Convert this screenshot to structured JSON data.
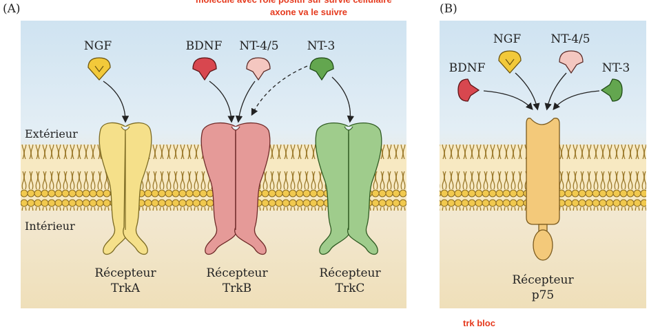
{
  "panel_a": {
    "letter": "(A)",
    "outside_label": "Extérieur",
    "inside_label": "Intérieur",
    "ligands": {
      "ngf": "NGF",
      "bdnf": "BDNF",
      "nt45": "NT-4/5",
      "nt3": "NT-3"
    },
    "receptors": [
      {
        "line1": "Récepteur",
        "line2": "TrkA"
      },
      {
        "line1": "Récepteur",
        "line2": "TrkB"
      },
      {
        "line1": "Récepteur",
        "line2": "TrkC"
      }
    ]
  },
  "panel_b": {
    "letter": "(B)",
    "ligands": {
      "bdnf": "BDNF",
      "ngf": "NGF",
      "nt45": "NT-4/5",
      "nt3": "NT-3"
    },
    "receptor": {
      "line1": "Récepteur",
      "line2": "p75"
    }
  },
  "annotations": {
    "top_line1": "molécule avec rôle positif sur survie cellulaire",
    "top_line2": "axone va le suivre",
    "bottom": "trk bloc"
  },
  "colors": {
    "trkA": "#f5e08a",
    "trkB": "#e59a98",
    "trkC": "#9fcc8c",
    "p75": "#f3c97a",
    "ngf": "#f2c93a",
    "bdnf": "#d8474f",
    "nt45": "#f4c7c0",
    "nt3": "#63a64f",
    "annotation": "#e53a1e"
  }
}
